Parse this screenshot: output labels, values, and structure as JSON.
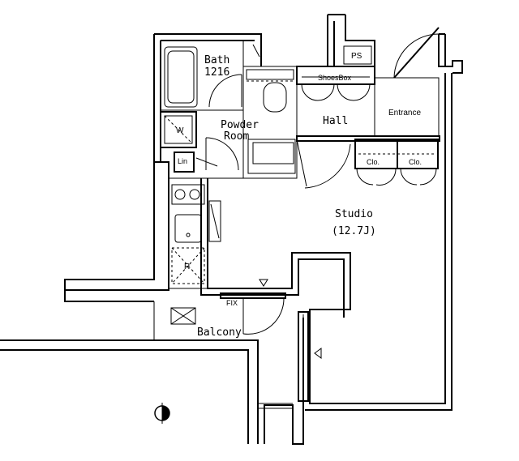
{
  "labels": {
    "bath": "Bath",
    "bath_size": "1216",
    "powder_room_line1": "Powder",
    "powder_room_line2": "Room",
    "washer": "W",
    "linen": "Lin",
    "refrigerator": "R",
    "ps": "PS",
    "shoes_box": "ShoesBox",
    "hall": "Hall",
    "entrance": "Entrance",
    "closet_1": "Clo.",
    "closet_2": "Clo.",
    "studio": "Studio",
    "studio_size": "(12.7J)",
    "fix": "FIX",
    "balcony": "Balcony"
  }
}
